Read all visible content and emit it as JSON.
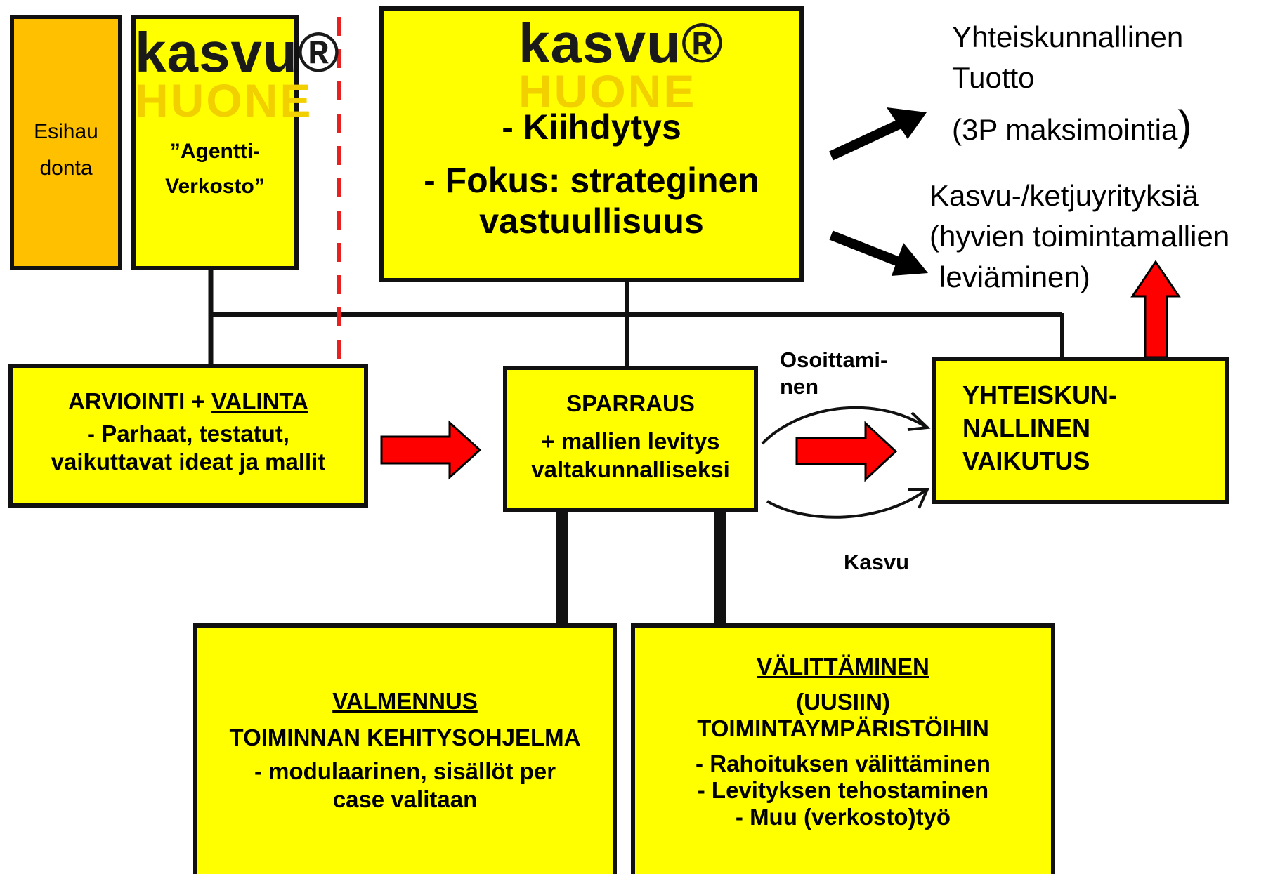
{
  "colors": {
    "box_fill": "#ffff00",
    "pre_fill": "#ffc000",
    "outline": "#111111",
    "arrow_red": "#ff0000",
    "dashed_line": "#e82020",
    "huone_yellow": "#f2d000"
  },
  "pre_box": {
    "line1": "Esihau",
    "line2": "donta"
  },
  "agent_box": {
    "logo_kasvu": "kasvu®",
    "logo_huone": "HUONE",
    "line1": "”Agentti-",
    "line2": "Verkosto”"
  },
  "main_box": {
    "logo_kasvu": "kasvu®",
    "logo_huone": "HUONE",
    "line1": "- Kiihdytys",
    "line2": "- Fokus: strateginen",
    "line3": "vastuullisuus"
  },
  "outcomes": {
    "social": {
      "line1": "Yhteiskunnallinen",
      "line2": "Tuotto",
      "line3": "(3P maksimointia",
      "paren": ")"
    },
    "growth": {
      "line1": "Kasvu-/ketjuyrityksiä",
      "line2": "(hyvien toimintamallien",
      "line3": "leviäminen)"
    }
  },
  "arvio_box": {
    "title_a": "ARVIOINTI + ",
    "title_b": "VALINTA",
    "line1": "- Parhaat, testatut,",
    "line2": "vaikuttavat ideat ja mallit"
  },
  "sparraus_box": {
    "title": "SPARRAUS",
    "line1": "+ mallien levitys",
    "line2": "valtakunnalliseksi"
  },
  "impact_box": {
    "line1": "YHTEISKUN-",
    "line2": "NALLINEN",
    "line3": "VAIKUTUS"
  },
  "labels": {
    "top_curve_1": "Osoittami-",
    "top_curve_2": "nen",
    "bottom_curve": "Kasvu"
  },
  "valmennus_box": {
    "title": "VALMENNUS",
    "line1": "TOIMINNAN KEHITYSOHJELMA",
    "line2": "- modulaarinen, sisällöt per",
    "line3": "case valitaan"
  },
  "valitt_box": {
    "title": "VÄLITTÄMINEN",
    "line1": "(UUSIIN)",
    "line2": "TOIMINTAYMPÄRISTÖIHIN",
    "line3": "- Rahoituksen välittäminen",
    "line4": "- Levityksen tehostaminen",
    "line5": "- Muu (verkosto)työ"
  }
}
